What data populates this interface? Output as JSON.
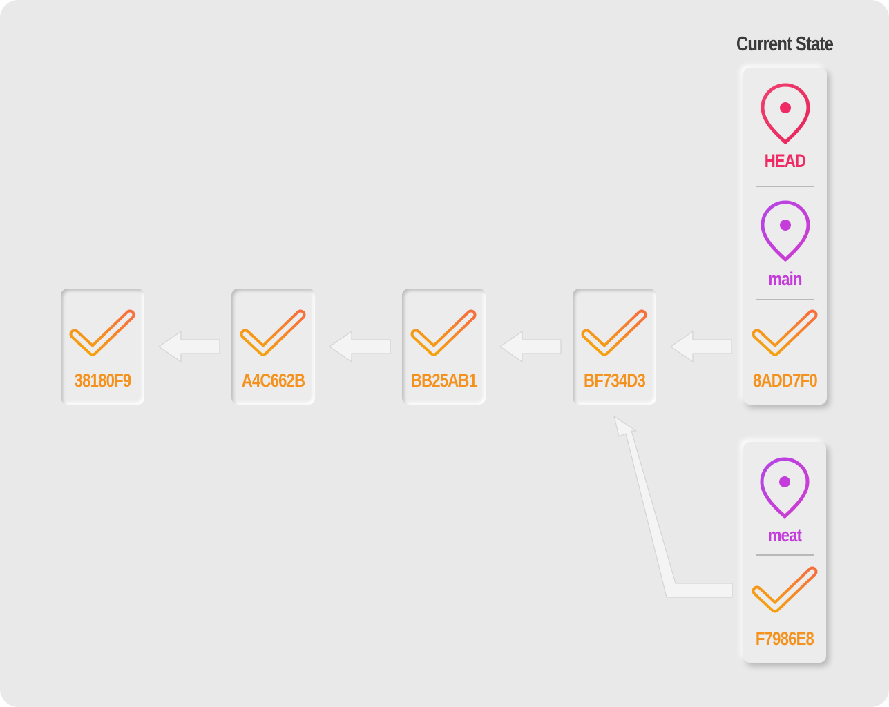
{
  "title": "Current State",
  "commits": [
    "38180F9",
    "A4C662B",
    "BB25AB1",
    "BF734D3",
    "8ADD7F0",
    "F7986E8"
  ],
  "pointers": {
    "head": "HEAD",
    "main": "main",
    "meat": "meat"
  },
  "colors": {
    "background": "#e9e9e9",
    "head": "#ef2a64",
    "branch": "#c43ddb",
    "commit_start": "#f5a60c",
    "commit_end": "#f76f3a"
  },
  "icons": {
    "commit": "check-icon",
    "pointer": "map-pin-icon",
    "arrow": "arrow-left-icon"
  }
}
